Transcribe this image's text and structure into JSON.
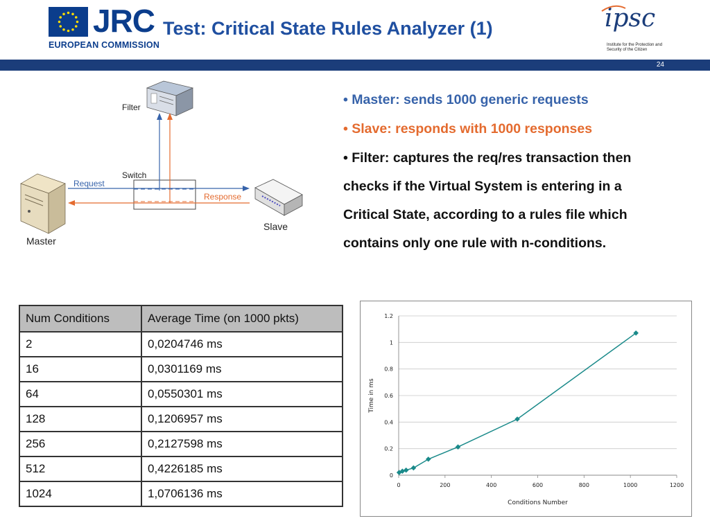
{
  "header": {
    "logo_text": "JRC",
    "commission_text": "EUROPEAN COMMISSION",
    "title": "Test: Critical State Rules Analyzer (1)",
    "ipsc_text": "ipsc",
    "ipsc_subtitle": "Institute for the Protection and Security of the Citizen",
    "page_number": "24"
  },
  "colors": {
    "brand_blue": "#1b3d7a",
    "title_blue": "#1f4fa0",
    "request_blue": "#3763aa",
    "response_orange": "#e46b2f",
    "chart_line": "#1a8a8a"
  },
  "bullets": [
    {
      "marker": "•",
      "text": "Master: sends 1000 generic requests"
    },
    {
      "marker": "•",
      "text": "Slave: responds with 1000 responses"
    },
    {
      "marker": "•",
      "lines": [
        "Filter: captures the req/res transaction then",
        "checks if the Virtual System is entering in a",
        "Critical State, according to a rules file which",
        "contains only one rule with n-conditions."
      ]
    }
  ],
  "diagram": {
    "filter_label": "Filter",
    "switch_label": "Switch",
    "request_label": "Request",
    "response_label": "Response",
    "master_label": "Master",
    "slave_label": "Slave"
  },
  "table": {
    "headers": [
      "Num Conditions",
      "Average Time (on 1000 pkts)"
    ],
    "rows": [
      [
        "2",
        "0,0204746 ms"
      ],
      [
        "16",
        "0,0301169 ms"
      ],
      [
        "64",
        "0,0550301 ms"
      ],
      [
        "128",
        "0,1206957 ms"
      ],
      [
        "256",
        "0,2127598 ms"
      ],
      [
        "512",
        "0,4226185 ms"
      ],
      [
        "1024",
        "1,0706136 ms"
      ]
    ]
  },
  "chart_data": {
    "type": "line",
    "x": [
      2,
      16,
      32,
      64,
      128,
      256,
      512,
      1024
    ],
    "y": [
      0.0204746,
      0.0301169,
      0.038,
      0.0550301,
      0.1206957,
      0.2127598,
      0.4226185,
      1.0706136
    ],
    "xlabel": "Conditions Number",
    "ylabel": "Time in ms",
    "xlim": [
      0,
      1200
    ],
    "ylim": [
      0,
      1.2
    ],
    "xticks": [
      "0",
      "200",
      "400",
      "600",
      "800",
      "1000",
      "1200"
    ],
    "yticks": [
      "0",
      "0.2",
      "0.4",
      "0.6",
      "0.8",
      "1",
      "1.2"
    ],
    "grid": "horizontal",
    "marker": "diamond"
  }
}
